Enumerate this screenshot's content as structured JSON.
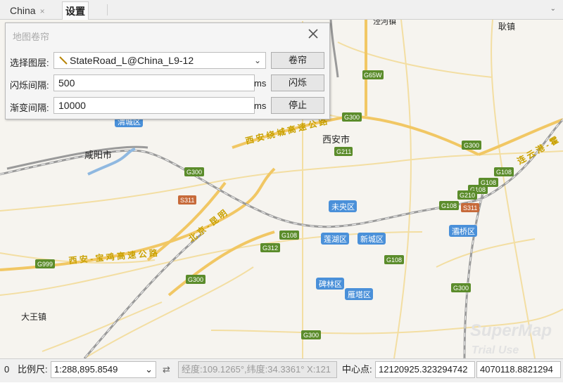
{
  "tabs": [
    {
      "label": "China",
      "close": "×"
    },
    {
      "label": "设置"
    }
  ],
  "tab_menu": "⌄",
  "map": {
    "places": [
      "西安市",
      "咸阳市",
      "大王镇",
      "耿镇",
      "渭城区"
    ],
    "districts": [
      "未央区",
      "莲湖区",
      "新城区",
      "碑林区",
      "雁塔区",
      "灞桥区"
    ],
    "shields_green": [
      "G65W",
      "G300",
      "G211",
      "G300",
      "G300",
      "G108",
      "G108",
      "G108",
      "G210",
      "G108",
      "G312",
      "G108",
      "G999",
      "G300",
      "G300",
      "G300",
      "G108"
    ],
    "shields_red": [
      "S311",
      "S311"
    ],
    "road_labels": [
      "西 安 绕 城 高 速 公 路",
      "北 京 - 昆 明",
      "西 安 - 宝 鸡 高 速 公 路",
      "连 云 港 - 霍"
    ],
    "watermark": [
      "SuperMap",
      "Trial Use"
    ],
    "top_cut_label": "泾河镇"
  },
  "panel": {
    "title": "地图卷帘",
    "layer_label": "选择图层:",
    "layer_value": "StateRoad_L@China_L9-12",
    "interval_label": "闪烁间隔:",
    "interval_value": "500",
    "fade_label": "渐变间隔:",
    "fade_value": "10000",
    "unit": "ms",
    "buttons": {
      "swipe": "卷帘",
      "flash": "闪烁",
      "stop": "停止"
    }
  },
  "statusbar": {
    "left_num": "0",
    "scale_label": "比例尺:",
    "scale_value": "1:288,895.8549",
    "coord_text": "经度:109.1265°,纬度:34.3361° X:121",
    "center_label": "中心点:",
    "center_x": "12120925.323294742",
    "center_y": "4070118.8821294"
  },
  "colors": {
    "shield_green": "#5b8c2b",
    "shield_red": "#c76a3a",
    "district_blue": "#4a90d9",
    "road_label": "#e3b400"
  }
}
